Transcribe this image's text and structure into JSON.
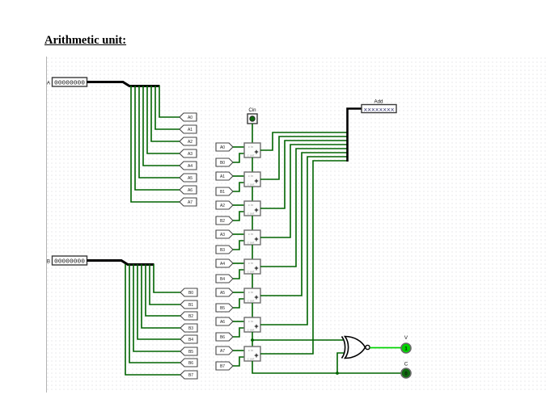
{
  "title": "Arithmetic unit:",
  "inputs": {
    "a": {
      "label": "A",
      "value": "00000000"
    },
    "b": {
      "label": "B",
      "value": "00000000"
    },
    "cin": {
      "label": "Cin"
    }
  },
  "outputs": {
    "add": {
      "label": "Add",
      "value": "xxxxxxxx"
    },
    "v": {
      "label": "V",
      "value": "1"
    },
    "c": {
      "label": "C",
      "value": "0"
    }
  },
  "tunnels_a": [
    "A0",
    "A1",
    "A2",
    "A3",
    "A4",
    "A5",
    "A6",
    "A7"
  ],
  "tunnels_b": [
    "B0",
    "B1",
    "B2",
    "B3",
    "B4",
    "B5",
    "B6",
    "B7"
  ],
  "adder": {
    "plus": "+",
    "cin_label": "c in",
    "cout_label": "c out"
  },
  "colors": {
    "wire_low": "#006400",
    "wire_high": "#00d300",
    "bus": "#000000",
    "grid_dot": "#c9c9cf"
  }
}
